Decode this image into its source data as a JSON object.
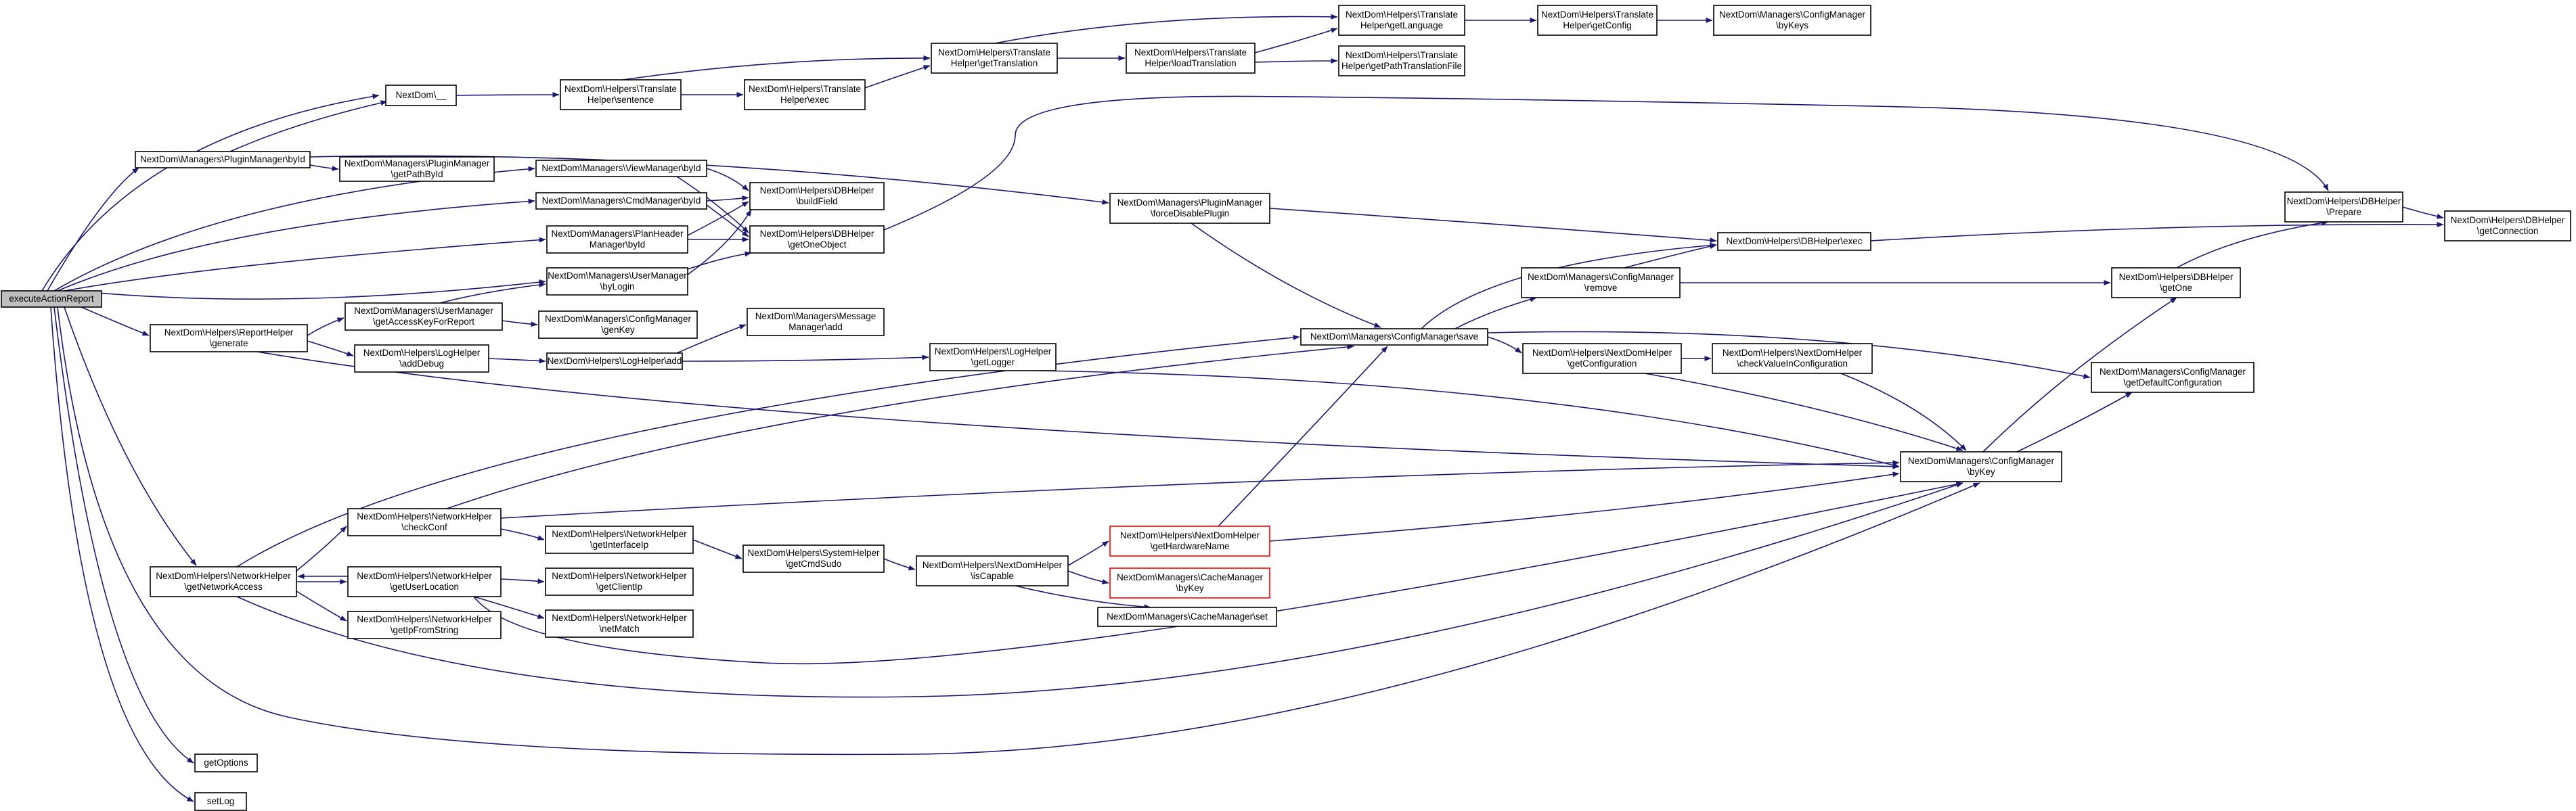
{
  "colors": {
    "edge": "#191970",
    "start_fill": "#bfbfbf",
    "incomplete_border": "#ff0000"
  },
  "nodes": [
    {
      "id": "start",
      "lines": [
        "executeActionReport"
      ],
      "style": "start"
    },
    {
      "id": "nd_",
      "lines": [
        "NextDom\\__"
      ]
    },
    {
      "id": "th_sentence",
      "lines": [
        "NextDom\\Helpers\\Translate",
        "Helper\\sentence"
      ]
    },
    {
      "id": "th_exec",
      "lines": [
        "NextDom\\Helpers\\Translate",
        "Helper\\exec"
      ]
    },
    {
      "id": "th_getTranslation",
      "lines": [
        "NextDom\\Helpers\\Translate",
        "Helper\\getTranslation"
      ]
    },
    {
      "id": "th_getLanguage",
      "lines": [
        "NextDom\\Helpers\\Translate",
        "Helper\\getLanguage"
      ]
    },
    {
      "id": "th_loadTranslation",
      "lines": [
        "NextDom\\Helpers\\Translate",
        "Helper\\loadTranslation"
      ]
    },
    {
      "id": "th_getPathTranslationFile",
      "lines": [
        "NextDom\\Helpers\\Translate",
        "Helper\\getPathTranslationFile"
      ]
    },
    {
      "id": "th_getConfig",
      "lines": [
        "NextDom\\Helpers\\Translate",
        "Helper\\getConfig"
      ]
    },
    {
      "id": "cfg_byKeys",
      "lines": [
        "NextDom\\Managers\\ConfigManager",
        "\\byKeys"
      ]
    },
    {
      "id": "pm_byId",
      "lines": [
        "NextDom\\Managers\\PluginManager\\byId"
      ]
    },
    {
      "id": "pm_getPathById",
      "lines": [
        "NextDom\\Managers\\PluginManager",
        "\\getPathById"
      ]
    },
    {
      "id": "vm_byId",
      "lines": [
        "NextDom\\Managers\\ViewManager\\byId"
      ]
    },
    {
      "id": "cm_byId",
      "lines": [
        "NextDom\\Managers\\CmdManager\\byId"
      ]
    },
    {
      "id": "ph_byId",
      "lines": [
        "NextDom\\Managers\\PlanHeader",
        "Manager\\byId"
      ]
    },
    {
      "id": "um_byLogin",
      "lines": [
        "NextDom\\Managers\\UserManager",
        "\\byLogin"
      ]
    },
    {
      "id": "db_buildField",
      "lines": [
        "NextDom\\Helpers\\DBHelper",
        "\\buildField"
      ]
    },
    {
      "id": "db_getOneObject",
      "lines": [
        "NextDom\\Helpers\\DBHelper",
        "\\getOneObject"
      ]
    },
    {
      "id": "pm_forceDisable",
      "lines": [
        "NextDom\\Managers\\PluginManager",
        "\\forceDisablePlugin"
      ]
    },
    {
      "id": "db_exec",
      "lines": [
        "NextDom\\Helpers\\DBHelper\\exec"
      ]
    },
    {
      "id": "db_prepare",
      "lines": [
        "NextDom\\Helpers\\DBHelper",
        "\\Prepare"
      ]
    },
    {
      "id": "db_getConnection",
      "lines": [
        "NextDom\\Helpers\\DBHelper",
        "\\getConnection"
      ]
    },
    {
      "id": "cfg_remove",
      "lines": [
        "NextDom\\Managers\\ConfigManager",
        "\\remove"
      ]
    },
    {
      "id": "db_getOne",
      "lines": [
        "NextDom\\Helpers\\DBHelper",
        "\\getOne"
      ]
    },
    {
      "id": "rh_generate",
      "lines": [
        "NextDom\\Helpers\\ReportHelper",
        "\\generate"
      ]
    },
    {
      "id": "um_getAccessKey",
      "lines": [
        "NextDom\\Managers\\UserManager",
        "\\getAccessKeyForReport"
      ]
    },
    {
      "id": "cfg_genKey",
      "lines": [
        "NextDom\\Managers\\ConfigManager",
        "\\genKey"
      ]
    },
    {
      "id": "lh_addDebug",
      "lines": [
        "NextDom\\Helpers\\LogHelper",
        "\\addDebug"
      ]
    },
    {
      "id": "lh_add",
      "lines": [
        "NextDom\\Helpers\\LogHelper\\add"
      ]
    },
    {
      "id": "mm_add",
      "lines": [
        "NextDom\\Managers\\Message",
        "Manager\\add"
      ]
    },
    {
      "id": "lh_getLogger",
      "lines": [
        "NextDom\\Helpers\\LogHelper",
        "\\getLogger"
      ]
    },
    {
      "id": "cfg_save",
      "lines": [
        "NextDom\\Managers\\ConfigManager\\save"
      ]
    },
    {
      "id": "ndh_getConfiguration",
      "lines": [
        "NextDom\\Helpers\\NextDomHelper",
        "\\getConfiguration"
      ]
    },
    {
      "id": "ndh_checkValue",
      "lines": [
        "NextDom\\Helpers\\NextDomHelper",
        "\\checkValueInConfiguration"
      ]
    },
    {
      "id": "cfg_getDefault",
      "lines": [
        "NextDom\\Managers\\ConfigManager",
        "\\getDefaultConfiguration"
      ]
    },
    {
      "id": "cfg_byKey",
      "lines": [
        "NextDom\\Managers\\ConfigManager",
        "\\byKey"
      ]
    },
    {
      "id": "nh_checkConf",
      "lines": [
        "NextDom\\Helpers\\NetworkHelper",
        "\\checkConf"
      ]
    },
    {
      "id": "nh_getNetworkAccess",
      "lines": [
        "NextDom\\Helpers\\NetworkHelper",
        "\\getNetworkAccess"
      ]
    },
    {
      "id": "nh_getUserLocation",
      "lines": [
        "NextDom\\Helpers\\NetworkHelper",
        "\\getUserLocation"
      ]
    },
    {
      "id": "nh_getIpFromString",
      "lines": [
        "NextDom\\Helpers\\NetworkHelper",
        "\\getIpFromString"
      ]
    },
    {
      "id": "nh_getInterfaceIp",
      "lines": [
        "NextDom\\Helpers\\NetworkHelper",
        "\\getInterfaceIp"
      ]
    },
    {
      "id": "nh_getClientIp",
      "lines": [
        "NextDom\\Helpers\\NetworkHelper",
        "\\getClientIp"
      ]
    },
    {
      "id": "nh_netMatch",
      "lines": [
        "NextDom\\Helpers\\NetworkHelper",
        "\\netMatch"
      ]
    },
    {
      "id": "sh_getCmdSudo",
      "lines": [
        "NextDom\\Helpers\\SystemHelper",
        "\\getCmdSudo"
      ]
    },
    {
      "id": "ndh_isCapable",
      "lines": [
        "NextDom\\Helpers\\NextDomHelper",
        "\\isCapable"
      ]
    },
    {
      "id": "ndh_getHardwareName",
      "lines": [
        "NextDom\\Helpers\\NextDomHelper",
        "\\getHardwareName"
      ],
      "style": "red"
    },
    {
      "id": "cache_byKey",
      "lines": [
        "NextDom\\Managers\\CacheManager",
        "\\byKey"
      ],
      "style": "red"
    },
    {
      "id": "cache_set",
      "lines": [
        "NextDom\\Managers\\CacheManager\\set"
      ]
    },
    {
      "id": "getOptions",
      "lines": [
        "getOptions"
      ]
    },
    {
      "id": "setLog",
      "lines": [
        "setLog"
      ]
    }
  ]
}
